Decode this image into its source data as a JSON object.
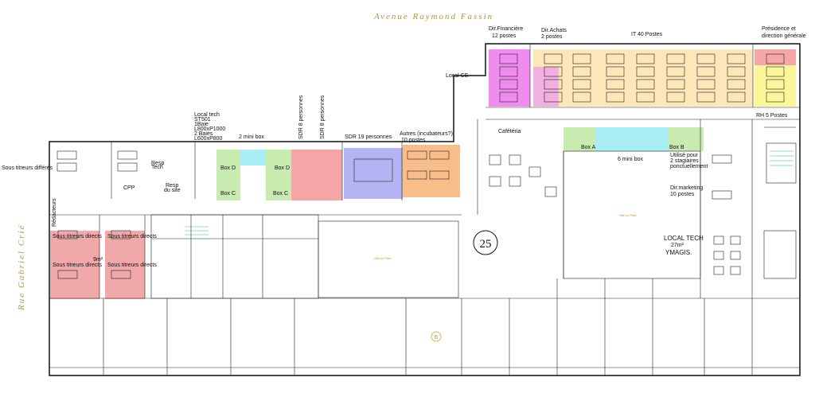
{
  "streets": {
    "top": "Avenue  Raymond  Fassin",
    "left": "Rue   Gabriel   Crié"
  },
  "colors": {
    "pink": "#f08cf0",
    "achats": "#f0b0e0",
    "beige": "#fde6b8",
    "red": "#f5a6a6",
    "yellow": "#fbf69a",
    "green": "#c8ecb0",
    "cyan": "#a8eef4",
    "blue": "#b4b4f4",
    "orange": "#f8be8a",
    "rose": "#f0a8a8"
  },
  "zones": {
    "dir_financiere": [
      "Dir.Financière",
      "12 postes"
    ],
    "dir_achats": [
      "Dir.Achats",
      "2 postes"
    ],
    "it": "IT 40 Postes",
    "presidence": [
      "Présidence et",
      "direction générale"
    ],
    "rh": "RH 5 Postes",
    "local_ce": "Local CE",
    "autres": [
      "Autres (incubateurs?)",
      "10 postes"
    ],
    "sdr19": "SDR 19 personnes",
    "sdr8a": "SDR 8 personnes",
    "sdr8b": "SDR 8 personnes",
    "mini2": "2 mini box",
    "local_tech": [
      "Local tech",
      "ST501",
      "1Baie",
      "L800xP1000",
      "2 Baies",
      "L600xP800"
    ],
    "sous_titreurs_differes": "Sous titreurs différés",
    "redacteurs": "Rédacteurs",
    "sous_titreurs_directs": "Sous titreurs directs",
    "area_9": "9m²",
    "cpp": "CPP",
    "resp_site": [
      "Resp",
      "du site"
    ],
    "resp_tech": [
      "Resp",
      "Tech"
    ],
    "cafeteria": "Cafétéria",
    "mini6": "6 mini box",
    "box_a": "Box A",
    "box_b": "Box B",
    "box_c": "Box C",
    "box_d": "Box D",
    "stagiaires": [
      "Utilisé pour",
      "2 stagiaires",
      "ponctuellement"
    ],
    "dir_marketing": [
      "Dir.marketing",
      "10 postes"
    ],
    "local_tech_ymagis": [
      "LOCAL TECH",
      "27m²",
      "YMAGIS."
    ],
    "vide_patio": "Vide sur Patio",
    "marker_25": "25",
    "marker_b": "B"
  }
}
